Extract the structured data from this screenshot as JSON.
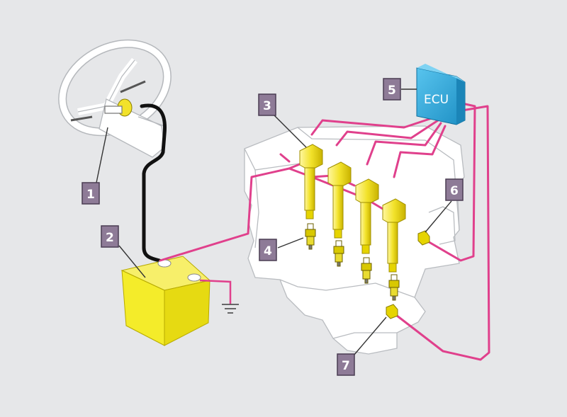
{
  "diagram": {
    "callouts": [
      {
        "id": "1",
        "label": "1"
      },
      {
        "id": "2",
        "label": "2"
      },
      {
        "id": "3",
        "label": "3"
      },
      {
        "id": "4",
        "label": "4"
      },
      {
        "id": "5",
        "label": "5"
      },
      {
        "id": "6",
        "label": "6"
      },
      {
        "id": "7",
        "label": "7"
      }
    ],
    "ecu_label": "ECU",
    "colors": {
      "background": "#e6e7e9",
      "wire": "#e0408c",
      "callout_fill": "#8e7b97",
      "coil": "#f2e22a",
      "battery": "#f4ec2a",
      "ecu": "#2ea9dd",
      "harness": "#111111"
    }
  }
}
